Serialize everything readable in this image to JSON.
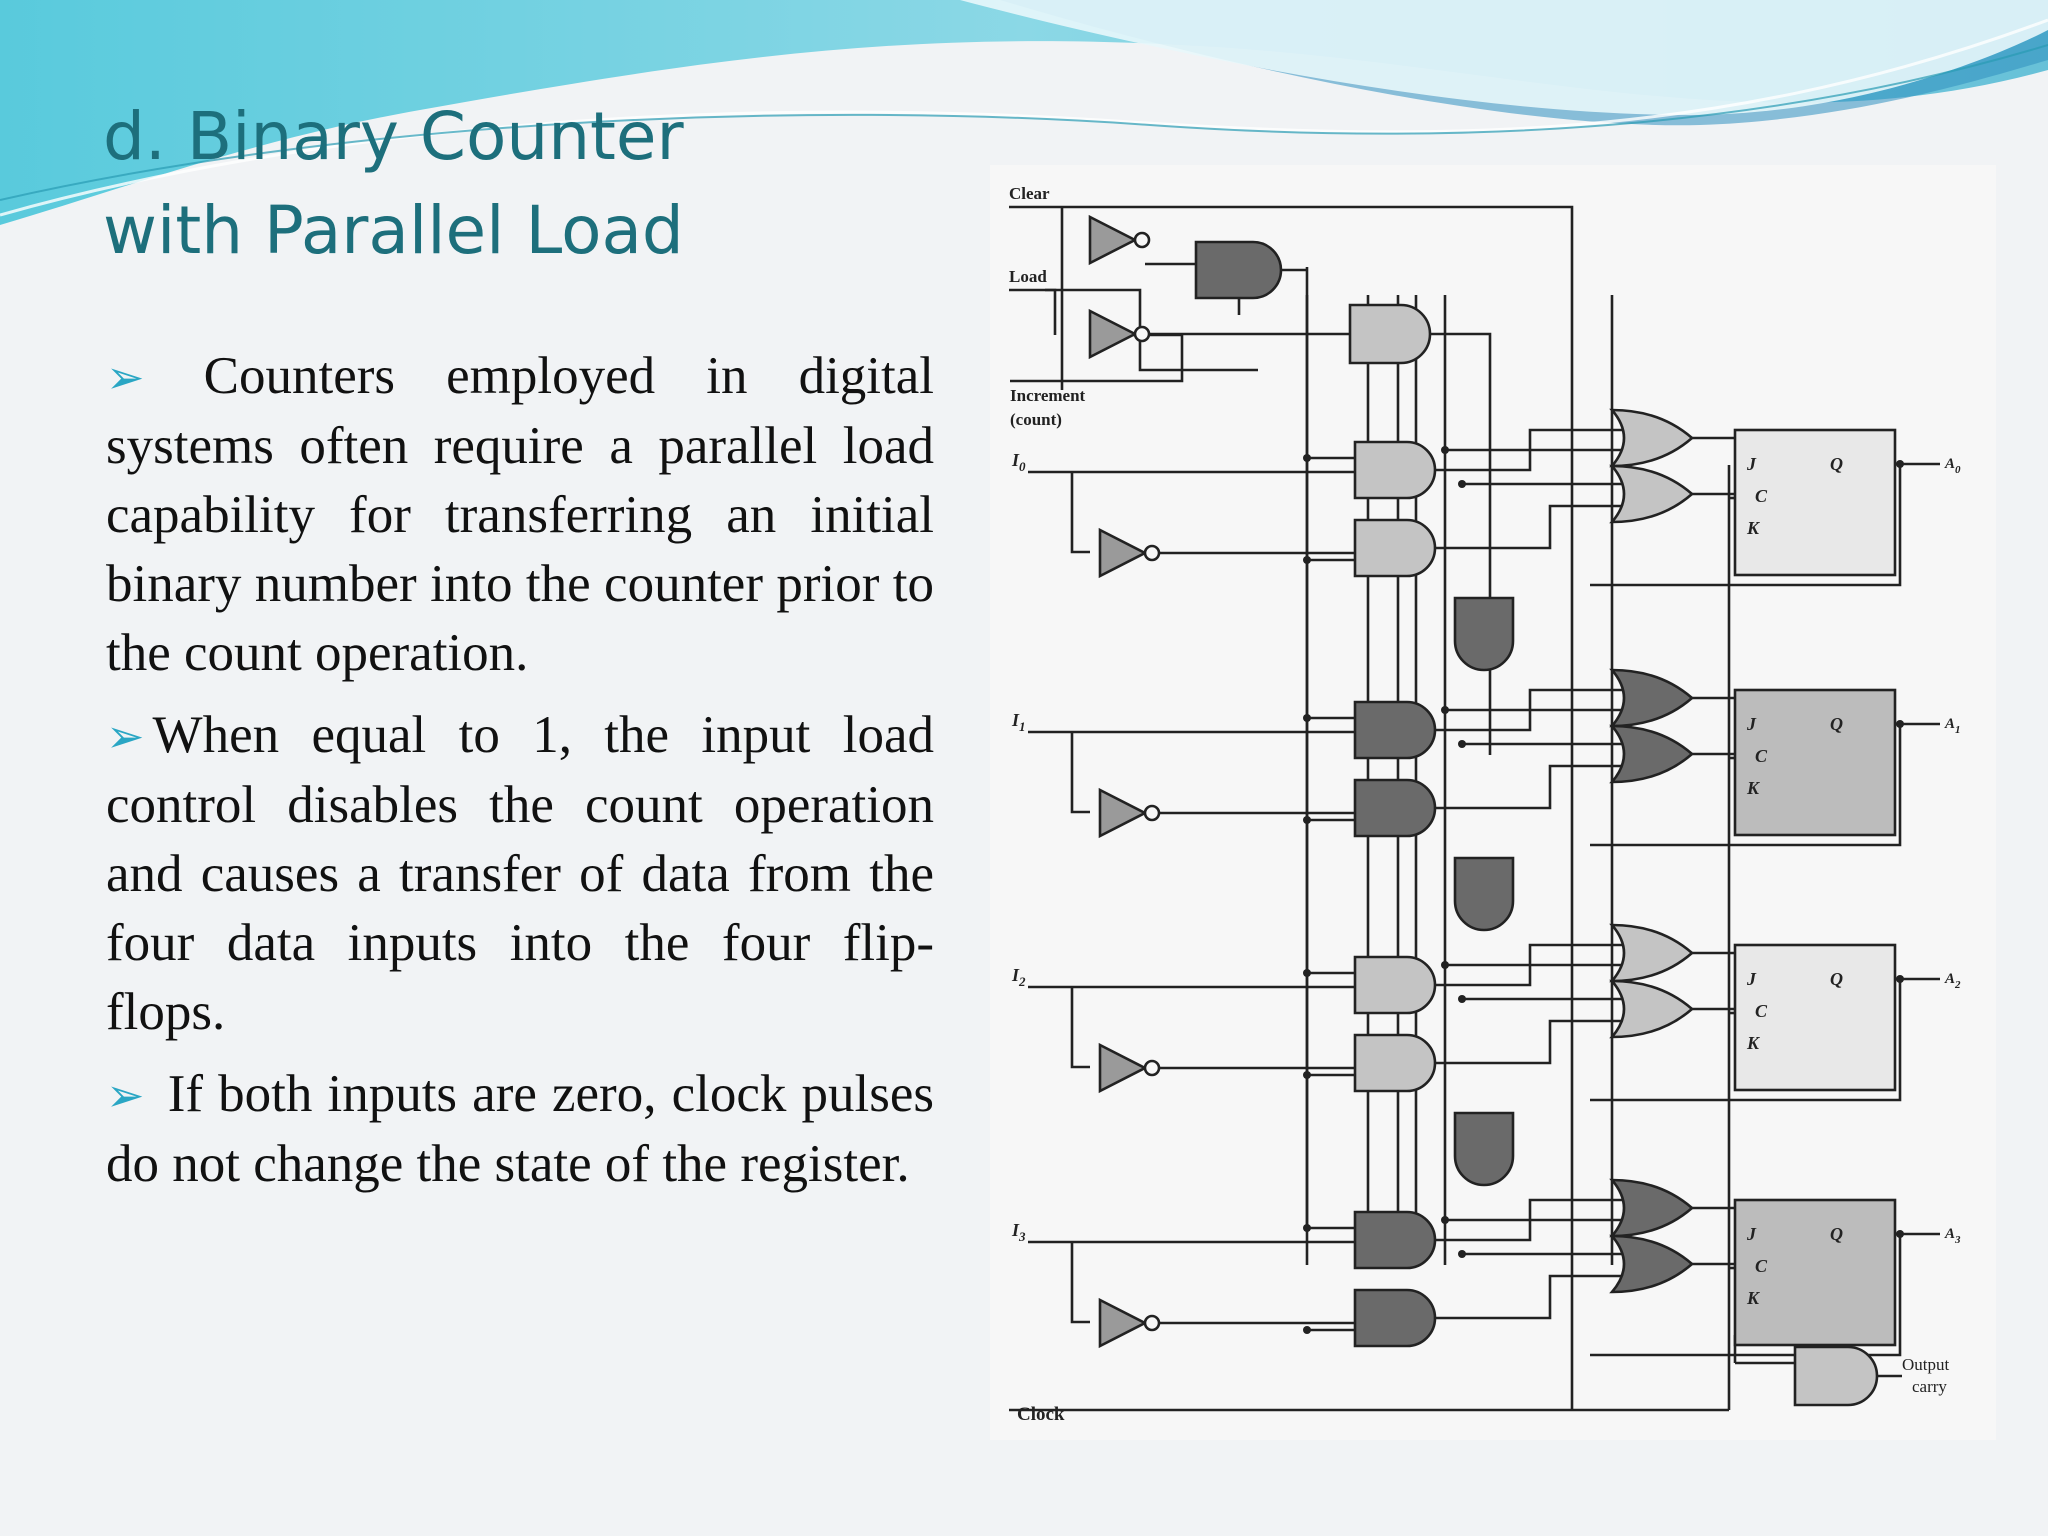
{
  "slide": {
    "title_line1": "d. Binary Counter",
    "title_line2": "with Parallel Load",
    "bullet_symbol": "➢",
    "paragraphs": [
      "Counters employed in digital systems often require a parallel load capability for transferring an initial binary number into the counter prior to the count operation.",
      "When equal to 1, the input load control disables the count operation and causes a transfer of data from the four data inputs into the four flip-flops.",
      "If both inputs are zero, clock pulses do not change the state of the register."
    ]
  },
  "diagram": {
    "labels": {
      "clear": "Clear",
      "load": "Load",
      "increment_line1": "Increment",
      "increment_line2": "(count)",
      "clock": "Clock",
      "output_carry_line1": "Output",
      "output_carry_line2": "carry"
    },
    "inputs": [
      "I",
      "I",
      "I",
      "I"
    ],
    "input_subscripts": [
      "0",
      "1",
      "2",
      "3"
    ],
    "outputs": [
      "A",
      "A",
      "A",
      "A"
    ],
    "output_subscripts": [
      "0",
      "1",
      "2",
      "3"
    ],
    "flipflop_pins": {
      "j": "J",
      "c": "C",
      "k": "K",
      "q": "Q"
    },
    "colors": {
      "gate_fill_light": "#c4c4c4",
      "gate_fill_dark": "#6a6a6a",
      "ff_fill_light": "#e8e8e8",
      "ff_fill_dark": "#bcbcbc",
      "title": "#1d6f7c",
      "bullet": "#2aa6c4"
    }
  }
}
